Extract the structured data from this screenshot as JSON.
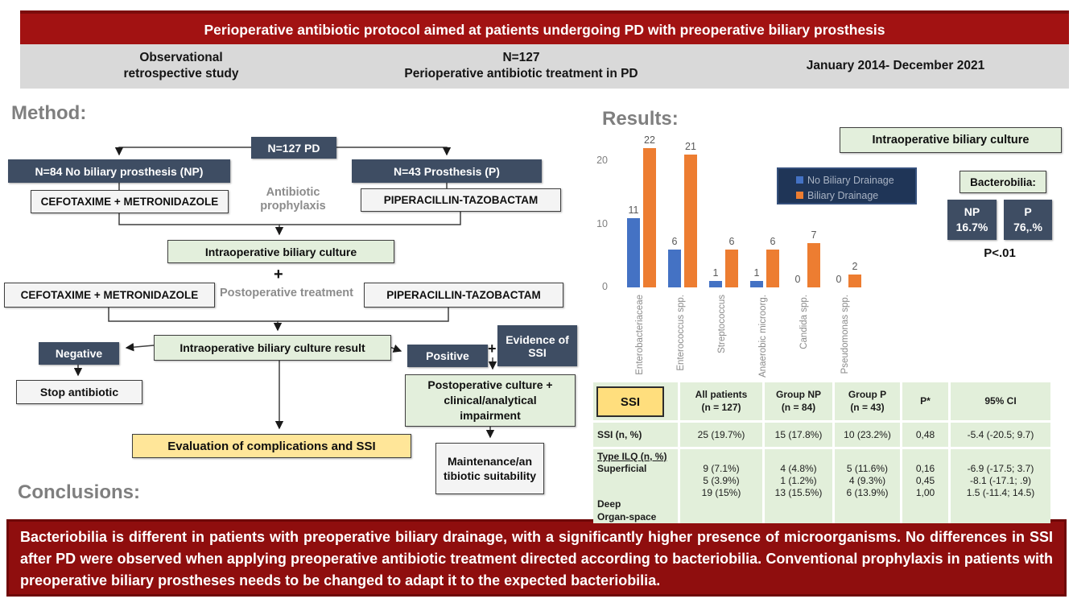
{
  "banner": {
    "title": "Perioperative antibiotic protocol aimed at patients undergoing PD with preoperative biliary prosthesis"
  },
  "subtitle_bar": {
    "left": [
      "Observational",
      "retrospective study"
    ],
    "center": [
      "N=127",
      "Perioperative antibiotic treatment in PD"
    ],
    "right": "January 2014- December 2021"
  },
  "method": {
    "heading": "Method:",
    "root": "N=127 PD",
    "np_group": "N=84 No biliary prosthesis (NP)",
    "p_group": "N=43 Prosthesis (P)",
    "prophylaxis_label": "Antibiotic prophylaxis",
    "prophylaxis_np": "CEFOTAXIME + METRONIDAZOLE",
    "prophylaxis_p": "PIPERACILLIN-TAZOBACTAM",
    "culture": "Intraoperative biliary culture",
    "plus_1": "+",
    "postop_label": "Postoperative treatment",
    "postop_np": "CEFOTAXIME + METRONIDAZOLE",
    "postop_p": "PIPERACILLIN-TAZOBACTAM",
    "culture_result": "Intraoperative biliary culture result",
    "negative": "Negative",
    "positive": "Positive",
    "plus_2": "+",
    "evidence_ssi": "Evidence of SSI",
    "stop_antibiotic": "Stop antibiotic",
    "postop_culture": "Postoperative culture + clinical/analytical impairment",
    "evaluation": "Evaluation of complications and SSI",
    "maintenance": "Maintenance/an tibiotic suitability"
  },
  "results": {
    "heading": "Results:",
    "culture_box": "Intraoperative biliary culture",
    "bacterobilia_label": "Bacterobilia:",
    "np_stat_label": "NP",
    "np_stat_value": "16.7%",
    "p_stat_label": "P",
    "p_stat_value": "76,.%",
    "p_value": "P<.01"
  },
  "chart_data": {
    "type": "bar",
    "title": "",
    "xlabel": "",
    "ylabel": "",
    "categories": [
      "Enterobacteriaceae",
      "Enterococcus spp.",
      "Streptococcus",
      "Anaerobic microorg.",
      "Candida spp.",
      "Pseudomonas spp."
    ],
    "series": [
      {
        "name": "No Biliary Drainage",
        "color": "#4472C4",
        "values": [
          11,
          6,
          1,
          1,
          0,
          0
        ]
      },
      {
        "name": "Biliary Drainage",
        "color": "#ED7D31",
        "values": [
          22,
          21,
          6,
          6,
          7,
          2
        ]
      }
    ],
    "yticks": [
      0,
      10,
      20
    ],
    "ylim": [
      0,
      25
    ],
    "grid": false,
    "legend_position": "inside-right",
    "data_labels": true
  },
  "table": {
    "corner_label": "SSI",
    "headers": [
      [
        "All patients",
        "(n = 127)"
      ],
      [
        "Group NP",
        "(n = 84)"
      ],
      [
        "Group P",
        "(n = 43)"
      ],
      [
        "P*"
      ],
      [
        "95% CI"
      ]
    ],
    "row_ssi": {
      "label": "SSI (n, %)",
      "values": [
        "25 (19.7%)",
        "15 (17.8%)",
        "10 (23.2%)",
        "0,48",
        "-5.4 (-20.5; 9.7)"
      ]
    },
    "row_ilq": {
      "label_lines": [
        "Type ILQ (n, %)",
        "Superficial",
        "",
        "",
        "Deep",
        "Organ-space"
      ],
      "value_columns": [
        [
          "",
          "9 (7.1%)",
          "5 (3.9%)",
          "19 (15%)",
          "",
          ""
        ],
        [
          "",
          "4 (4.8%)",
          "1 (1.2%)",
          "13 (15.5%)",
          "",
          ""
        ],
        [
          "",
          "5 (11.6%)",
          "4 (9.3%)",
          "6 (13.9%)",
          "",
          ""
        ],
        [
          "",
          "0,16",
          "0,45",
          "1,00",
          "",
          ""
        ],
        [
          "",
          "-6.9 (-17.5; 3.7)",
          "-8.1 (-17.1; .9)",
          "1.5 (-11.4; 14.5)",
          "",
          ""
        ]
      ]
    }
  },
  "conclusions": {
    "heading": "Conclusions:",
    "text": "Bacteriobilia is different in patients with preoperative biliary drainage, with a significantly higher presence of microorganisms. No differences in SSI after PD were observed when applying preoperative antibiotic treatment directed according to bacteriobilia. Conventional prophylaxis in patients with preoperative biliary prostheses needs to be changed to adapt it to the expected bacteriobilia."
  },
  "colors": {
    "banner_red": "#A21212",
    "conclusion_red": "#8F0E0E",
    "navy": "#3E4D63",
    "legend_navy": "#1F3557",
    "bar_blue": "#4472C4",
    "bar_orange": "#ED7D31",
    "green_bg": "#E3EFDC",
    "yellow": "#FFE699",
    "gray_band": "#D9D9D9"
  }
}
